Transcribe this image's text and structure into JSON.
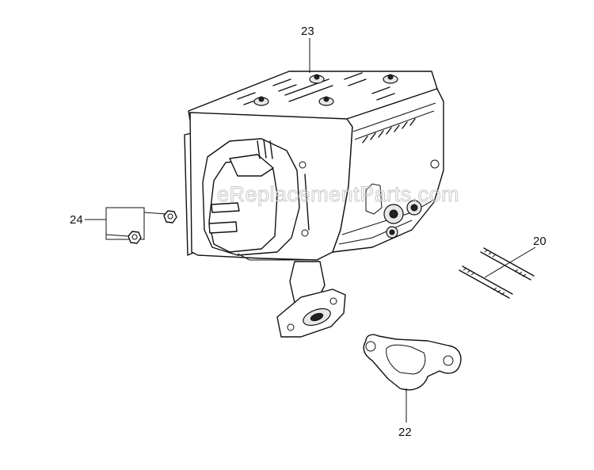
{
  "callouts": {
    "c20": "20",
    "c22": "22",
    "c23": "23",
    "c24": "24"
  },
  "watermark": "eReplacementParts.com",
  "colors": {
    "line": "#111111",
    "watermark": "#c9c9c9",
    "background": "#ffffff"
  }
}
